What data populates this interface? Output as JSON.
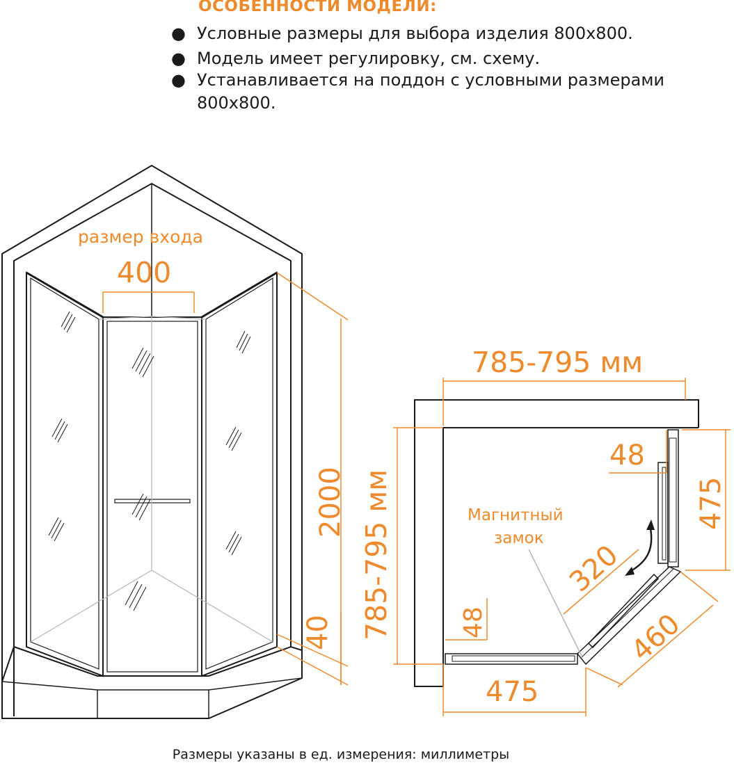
{
  "colors": {
    "accent": "#ee8a2c",
    "line": "#1a1a1a",
    "muted": "#b5b5b5"
  },
  "features": {
    "title": "ОСОБЕННОСТИ МОДЕЛИ:",
    "items": [
      "Условные размеры для выбора изделия 800х800.",
      "Модель имеет регулировку, см. схему.",
      "Устанавливается на поддон с условными размерами"
    ],
    "item3_cont": "800х800."
  },
  "front_view": {
    "entrance_label": "размер входа",
    "entrance_width": "400",
    "height": "2000",
    "tray_height": "40"
  },
  "plan_view": {
    "width": "785-795 мм",
    "depth": "785-795 мм",
    "profile_top": "48",
    "side_right": "475",
    "adjust": "320",
    "diagonal": "460",
    "profile_bottom": "48",
    "side_bottom": "475",
    "lock_label_1": "Магнитный",
    "lock_label_2": "замок"
  },
  "footer": "Размеры указаны в ед. измерения: миллиметры"
}
